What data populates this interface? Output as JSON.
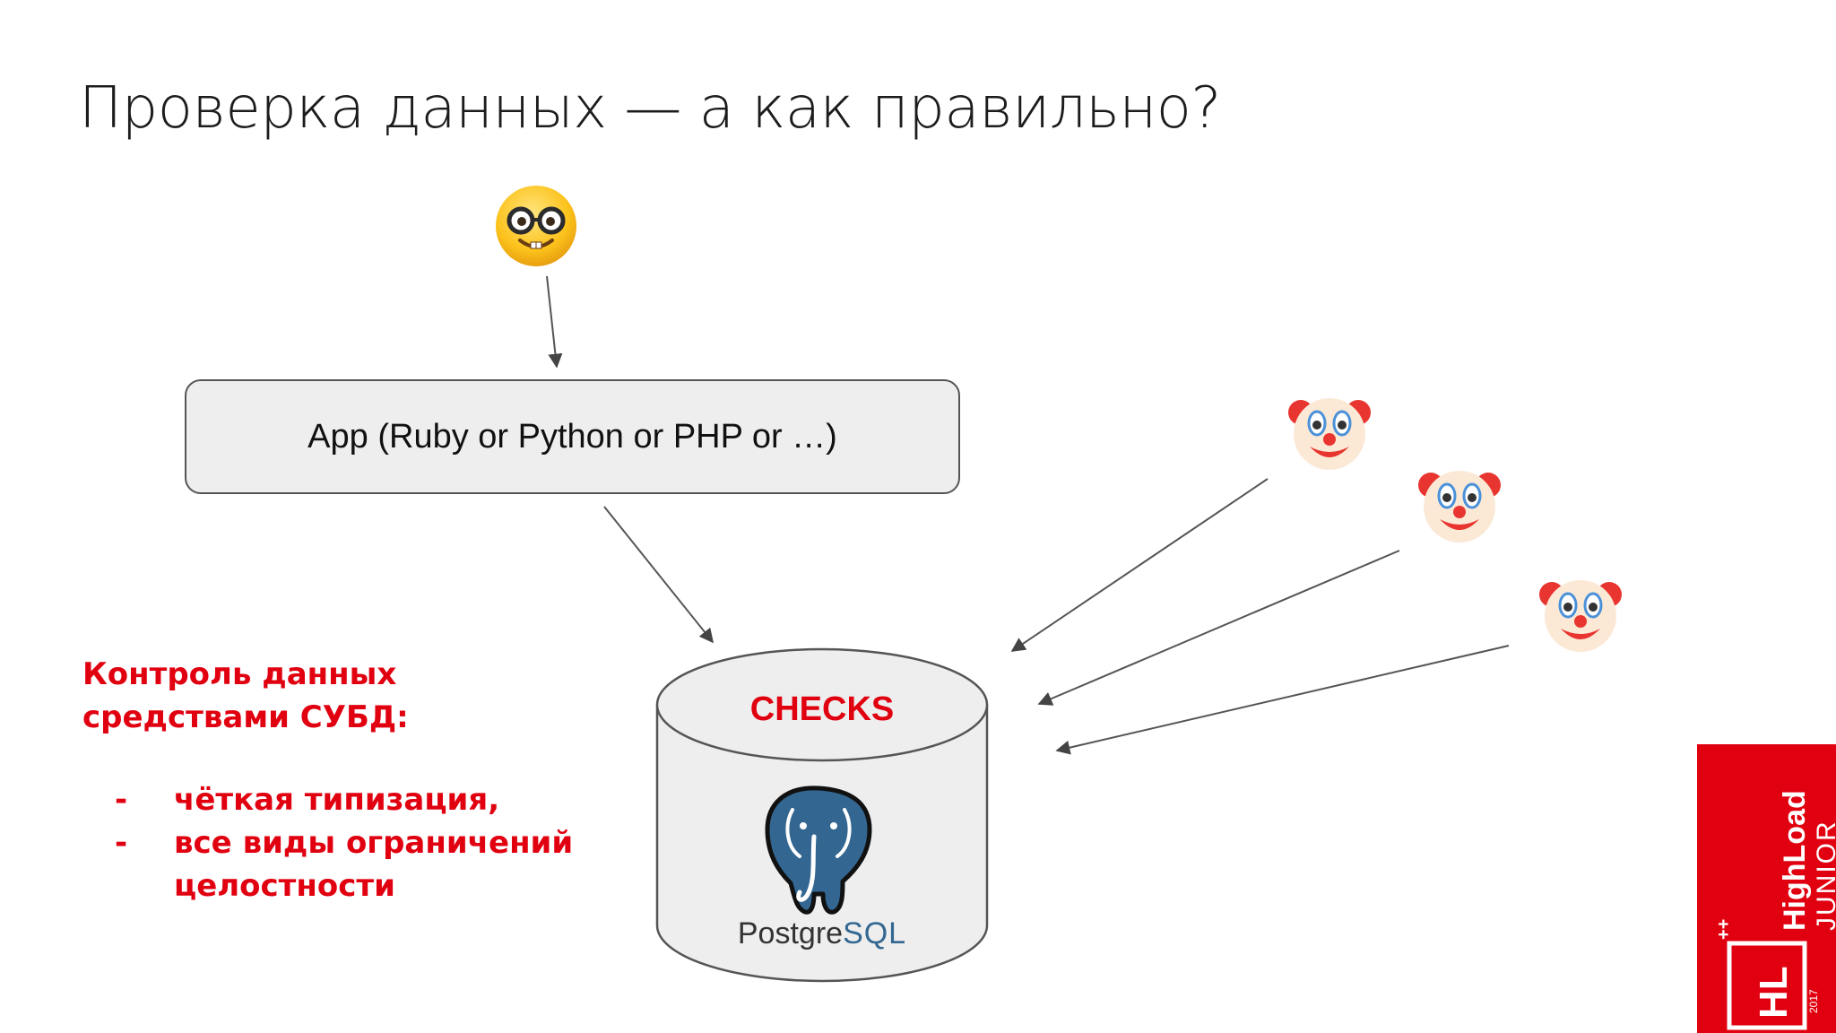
{
  "slide": {
    "title": "Проверка данных — а как правильно?"
  },
  "diagram": {
    "app_box_label": "App (Ruby or Python or PHP or …)",
    "database": {
      "checks_label": "CHECKS",
      "logo_prefix": "Postgre",
      "logo_suffix": "SQL"
    },
    "emoji": {
      "user": "nerd-face-icon",
      "attackers": [
        "clown-face-icon",
        "clown-face-icon",
        "clown-face-icon"
      ]
    }
  },
  "notes": {
    "heading": "Контроль данных средствами СУБД:",
    "items": [
      {
        "dash": "-",
        "text": "чёткая типизация,"
      },
      {
        "dash": "-",
        "text": "все виды ограничений целостности"
      }
    ]
  },
  "badge": {
    "brand": "HighLoad",
    "sub": "JUNIOR",
    "mark": "HL",
    "year": "2017",
    "plus": "++"
  },
  "colors": {
    "accent_red": "#e1000f",
    "postgres_blue": "#336791",
    "box_fill": "#eeeeee"
  }
}
